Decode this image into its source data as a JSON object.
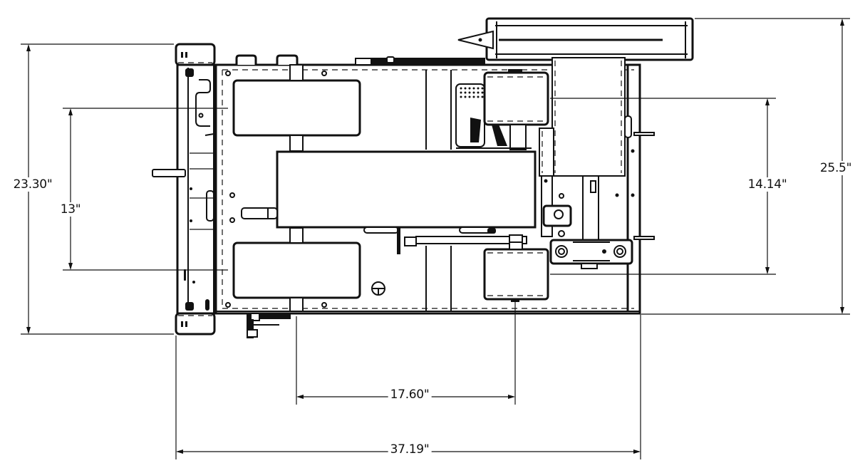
{
  "drawing": {
    "view": "top-view",
    "subject": "machine footprint plan drawing",
    "line_color": "#111111",
    "background_color": "#ffffff"
  },
  "dimensions": {
    "overall_length": {
      "label": "37.19\"",
      "value": 37.19,
      "unit": "in",
      "orientation": "horizontal"
    },
    "axle_to_hitch": {
      "label": "17.60\"",
      "value": 17.6,
      "unit": "in",
      "orientation": "horizontal"
    },
    "frame_width": {
      "label": "23.30\"",
      "value": 23.3,
      "unit": "in",
      "orientation": "vertical"
    },
    "wheel_spacing": {
      "label": "13\"",
      "value": 13,
      "unit": "in",
      "orientation": "vertical"
    },
    "overall_width": {
      "label": "25.5\"",
      "value": 25.5,
      "unit": "in",
      "orientation": "vertical"
    },
    "rear_mount_width": {
      "label": "14.14\"",
      "value": 14.14,
      "unit": "in",
      "orientation": "vertical"
    }
  }
}
